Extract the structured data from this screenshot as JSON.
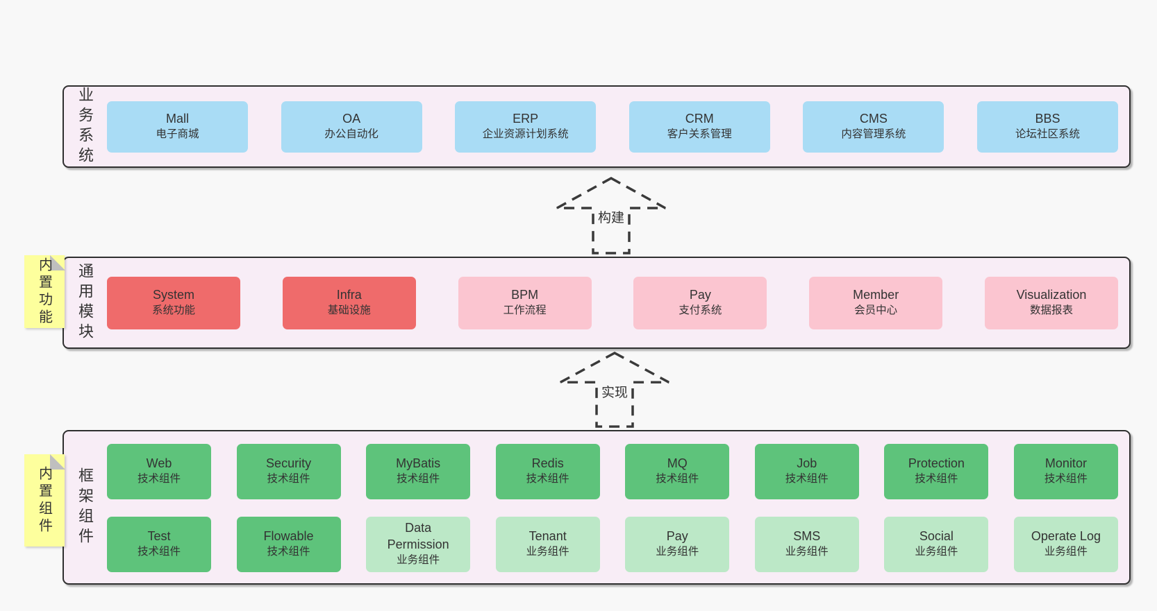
{
  "colors": {
    "background": "#f8f8f8",
    "container": "#f8edf6",
    "border": "#2f2f2f",
    "text": "#333333",
    "blue": "#a9dcf5",
    "red": "#ef6b6b",
    "pink": "#fbc5d0",
    "green": "#5ec37b",
    "green_light": "#bce8c7",
    "yellow": "#fdff9d",
    "fold": "#bfbfbf"
  },
  "arrows": [
    {
      "label": "构建"
    },
    {
      "label": "实现"
    }
  ],
  "layers": [
    {
      "label": "业务系统",
      "items": [
        {
          "name": "Mall",
          "desc": "电子商城",
          "type": "blue"
        },
        {
          "name": "OA",
          "desc": "办公自动化",
          "type": "blue"
        },
        {
          "name": "ERP",
          "desc": "企业资源计划系统",
          "type": "blue"
        },
        {
          "name": "CRM",
          "desc": "客户关系管理",
          "type": "blue"
        },
        {
          "name": "CMS",
          "desc": "内容管理系统",
          "type": "blue"
        },
        {
          "name": "BBS",
          "desc": "论坛社区系统",
          "type": "blue"
        }
      ]
    },
    {
      "label": "通用模块",
      "note": "内置功能",
      "items": [
        {
          "name": "System",
          "desc": "系统功能",
          "type": "red"
        },
        {
          "name": "Infra",
          "desc": "基础设施",
          "type": "red"
        },
        {
          "name": "BPM",
          "desc": "工作流程",
          "type": "pink"
        },
        {
          "name": "Pay",
          "desc": "支付系统",
          "type": "pink"
        },
        {
          "name": "Member",
          "desc": "会员中心",
          "type": "pink"
        },
        {
          "name": "Visualization",
          "desc": "数据报表",
          "type": "pink"
        }
      ]
    },
    {
      "label": "框架组件",
      "note": "内置组件",
      "rows": [
        [
          {
            "name": "Web",
            "desc": "技术组件",
            "type": "green"
          },
          {
            "name": "Security",
            "desc": "技术组件",
            "type": "green"
          },
          {
            "name": "MyBatis",
            "desc": "技术组件",
            "type": "green"
          },
          {
            "name": "Redis",
            "desc": "技术组件",
            "type": "green"
          },
          {
            "name": "MQ",
            "desc": "技术组件",
            "type": "green"
          },
          {
            "name": "Job",
            "desc": "技术组件",
            "type": "green"
          },
          {
            "name": "Protection",
            "desc": "技术组件",
            "type": "green"
          },
          {
            "name": "Monitor",
            "desc": "技术组件",
            "type": "green"
          }
        ],
        [
          {
            "name": "Test",
            "desc": "技术组件",
            "type": "green"
          },
          {
            "name": "Flowable",
            "desc": "技术组件",
            "type": "green"
          },
          {
            "name": "Data Permission",
            "desc": "业务组件",
            "type": "green_light"
          },
          {
            "name": "Tenant",
            "desc": "业务组件",
            "type": "green_light"
          },
          {
            "name": "Pay",
            "desc": "业务组件",
            "type": "green_light"
          },
          {
            "name": "SMS",
            "desc": "业务组件",
            "type": "green_light"
          },
          {
            "name": "Social",
            "desc": "业务组件",
            "type": "green_light"
          },
          {
            "name": "Operate Log",
            "desc": "业务组件",
            "type": "green_light"
          }
        ]
      ]
    }
  ]
}
